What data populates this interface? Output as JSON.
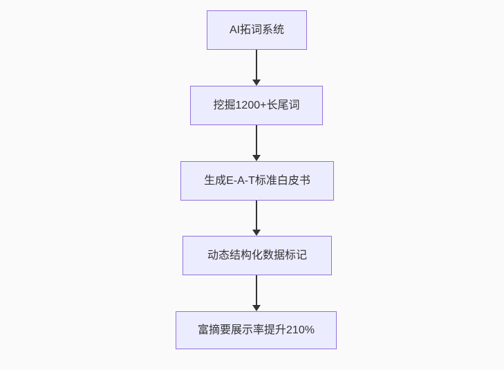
{
  "diagram": {
    "type": "flowchart",
    "direction": "top-down",
    "nodes": [
      {
        "id": "n1",
        "label": "AI拓词系统"
      },
      {
        "id": "n2",
        "label": "挖掘1200+长尾词"
      },
      {
        "id": "n3",
        "label": "生成E-A-T标准白皮书"
      },
      {
        "id": "n4",
        "label": "动态结构化数据标记"
      },
      {
        "id": "n5",
        "label": "富摘要展示率提升210%"
      }
    ],
    "edges": [
      {
        "from": "n1",
        "to": "n2"
      },
      {
        "from": "n2",
        "to": "n3"
      },
      {
        "from": "n3",
        "to": "n4"
      },
      {
        "from": "n4",
        "to": "n5"
      }
    ],
    "colors": {
      "node_fill": "#ececff",
      "node_border": "#9370db",
      "text": "#333333",
      "arrow": "#333333",
      "background": "#fafafa"
    }
  }
}
